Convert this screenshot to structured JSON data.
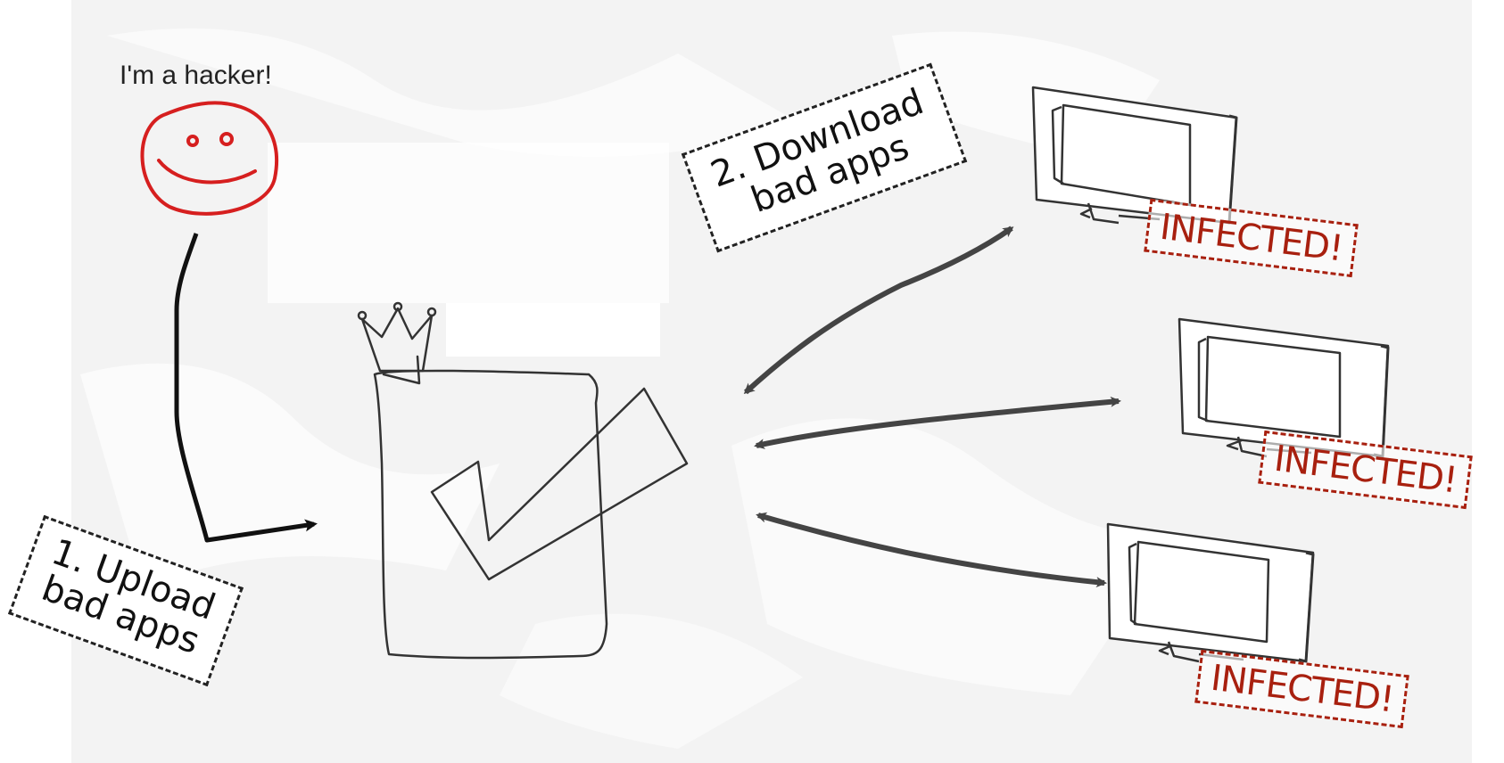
{
  "hacker": {
    "caption": "I'm a hacker!",
    "icon": "smiley-face-icon",
    "color": "#d61f1f"
  },
  "steps": {
    "upload": {
      "line1": "1. Upload",
      "line2": "bad apps"
    },
    "download": {
      "line1": "2. Download",
      "line2": "bad apps"
    }
  },
  "store": {
    "icon": "crowned-checkmark-app-store-icon"
  },
  "devices": [
    {
      "icon": "monitor-icon",
      "status": "INFECTED!"
    },
    {
      "icon": "monitor-icon",
      "status": "INFECTED!"
    },
    {
      "icon": "monitor-icon",
      "status": "INFECTED!"
    }
  ],
  "colors": {
    "ink": "#222222",
    "arrow": "#444444",
    "infected": "#a8200f",
    "hacker_face": "#d61f1f"
  }
}
